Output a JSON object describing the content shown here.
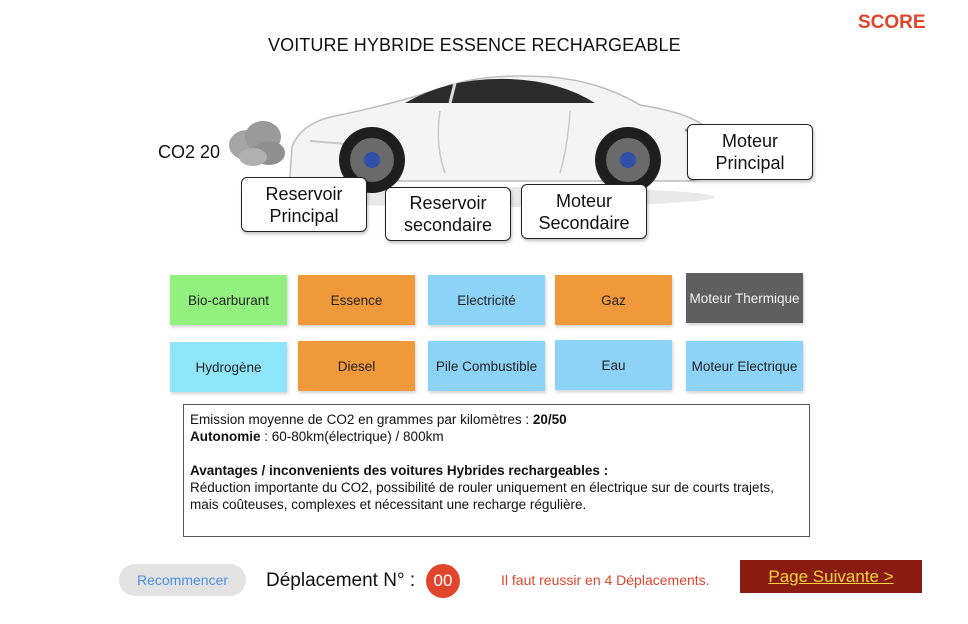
{
  "header": {
    "score_label": "SCORE",
    "title": "VOITURE HYBRIDE ESSENCE RECHARGEABLE"
  },
  "car": {
    "co2_label": "CO2 20"
  },
  "slots": {
    "reservoir_principal": "Reservoir Principal",
    "reservoir_secondaire": "Reservoir secondaire",
    "moteur_secondaire": "Moteur Secondaire",
    "moteur_principal": "Moteur Principal"
  },
  "tiles": [
    {
      "label": "Bio-carburant",
      "color": "#92f07e"
    },
    {
      "label": "Essence",
      "color": "#f0993a"
    },
    {
      "label": "Electricité",
      "color": "#8dd3f8"
    },
    {
      "label": "Gaz",
      "color": "#f0993a"
    },
    {
      "label": "Moteur Thermique",
      "color": "#5f5f5f"
    },
    {
      "label": "Hydrogène",
      "color": "#8fe6fb"
    },
    {
      "label": "Diesel",
      "color": "#f0993a"
    },
    {
      "label": "Pile Combustible",
      "color": "#8dd3f8"
    },
    {
      "label": "Eau",
      "color": "#8dd3f8"
    },
    {
      "label": "Moteur Electrique",
      "color": "#8dd3f8"
    }
  ],
  "info": {
    "emission_label": "Emission moyenne de CO2 en grammes par kilomètres : ",
    "emission_value": "20/50",
    "autonomie_label": "Autonomie",
    "autonomie_value": " :  60-80km(électrique) / 800km",
    "avantages_title": "Avantages / inconvenients des voitures Hybrides rechargeables :",
    "avantages_text": "Réduction importante du CO2, possibilité de rouler uniquement en électrique sur de courts trajets, mais coûteuses,  complexes et nécessitant une recharge régulière."
  },
  "footer": {
    "restart_label": "Recommencer",
    "deplacement_label": "Déplacement N° :",
    "deplacement_count": "00",
    "hint": "Il faut reussir en 4 Déplacements.",
    "next_label": "Page Suivante >"
  },
  "colors": {
    "accent_red": "#e0452c",
    "next_bg": "#8a1b10",
    "next_text": "#f7d43c"
  }
}
